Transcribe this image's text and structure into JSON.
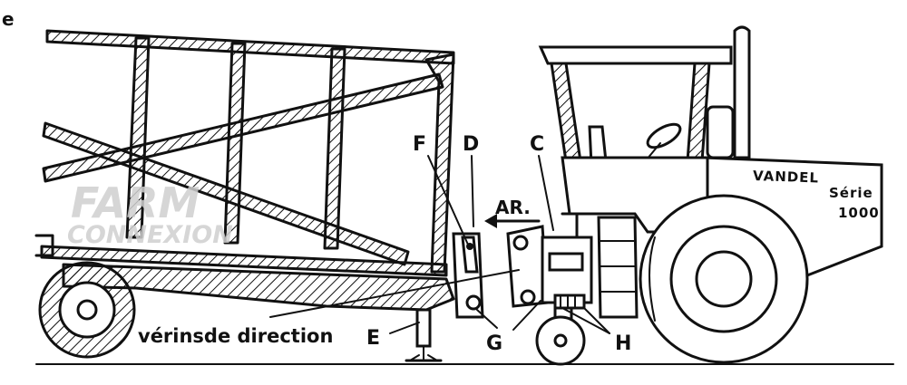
{
  "labels": {
    "F": "F",
    "D": "D",
    "C": "C",
    "E": "E",
    "G": "G",
    "H": "H",
    "arrow": "AR.",
    "cylinders": "vérinsde direction"
  },
  "tractor": {
    "brand": "VANDEL",
    "series_line1": "Série",
    "series_line2": "1000"
  },
  "watermark": {
    "line1": "FARM",
    "line2": "CONNEXION"
  },
  "corner_mark": "e"
}
